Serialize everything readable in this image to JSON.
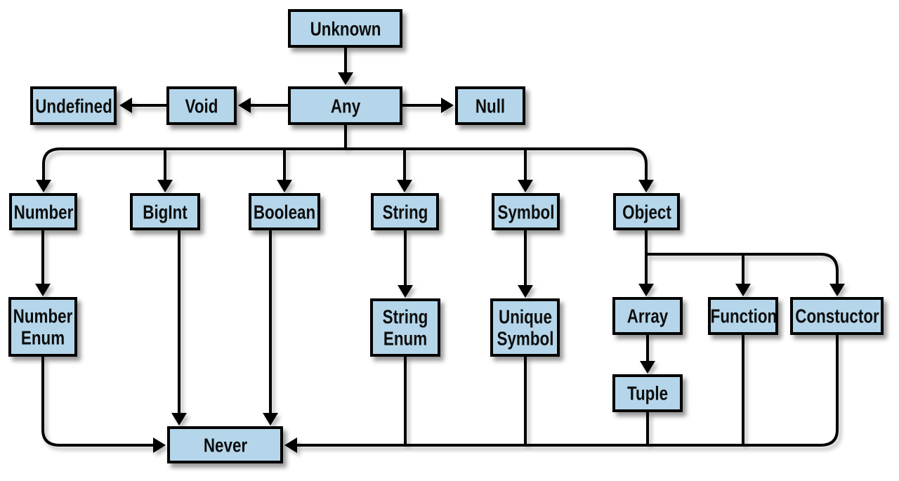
{
  "diagram": {
    "colors": {
      "node_fill": "#b5d6ea",
      "node_border": "#000000",
      "connector": "#000000",
      "background": "#ffffff"
    },
    "nodes": {
      "unknown": {
        "label": "Unknown"
      },
      "any": {
        "label": "Any"
      },
      "void": {
        "label": "Void"
      },
      "undefined": {
        "label": "Undefined"
      },
      "null": {
        "label": "Null"
      },
      "number": {
        "label": "Number"
      },
      "bigint": {
        "label": "BigInt"
      },
      "boolean": {
        "label": "Boolean"
      },
      "string": {
        "label": "String"
      },
      "symbol": {
        "label": "Symbol"
      },
      "object": {
        "label": "Object"
      },
      "number_enum": {
        "label": "Number Enum"
      },
      "string_enum": {
        "label": "String Enum"
      },
      "unique_symbol": {
        "label": "Unique Symbol"
      },
      "array": {
        "label": "Array"
      },
      "function": {
        "label": "Function"
      },
      "constuctor": {
        "label": "Constuctor"
      },
      "tuple": {
        "label": "Tuple"
      },
      "never": {
        "label": "Never"
      }
    },
    "edges": [
      {
        "from": "Unknown",
        "to": "Any"
      },
      {
        "from": "Any",
        "to": "Void"
      },
      {
        "from": "Void",
        "to": "Undefined"
      },
      {
        "from": "Any",
        "to": "Null"
      },
      {
        "from": "Any",
        "to": "Number"
      },
      {
        "from": "Any",
        "to": "BigInt"
      },
      {
        "from": "Any",
        "to": "Boolean"
      },
      {
        "from": "Any",
        "to": "String"
      },
      {
        "from": "Any",
        "to": "Symbol"
      },
      {
        "from": "Any",
        "to": "Object"
      },
      {
        "from": "Number",
        "to": "Number Enum"
      },
      {
        "from": "String",
        "to": "String Enum"
      },
      {
        "from": "Symbol",
        "to": "Unique Symbol"
      },
      {
        "from": "Object",
        "to": "Array"
      },
      {
        "from": "Object",
        "to": "Function"
      },
      {
        "from": "Object",
        "to": "Constuctor"
      },
      {
        "from": "Array",
        "to": "Tuple"
      },
      {
        "from": "Number Enum",
        "to": "Never"
      },
      {
        "from": "BigInt",
        "to": "Never"
      },
      {
        "from": "Boolean",
        "to": "Never"
      },
      {
        "from": "String Enum",
        "to": "Never"
      },
      {
        "from": "Unique Symbol",
        "to": "Never"
      },
      {
        "from": "Tuple",
        "to": "Never"
      },
      {
        "from": "Function",
        "to": "Never"
      },
      {
        "from": "Constuctor",
        "to": "Never"
      }
    ]
  }
}
